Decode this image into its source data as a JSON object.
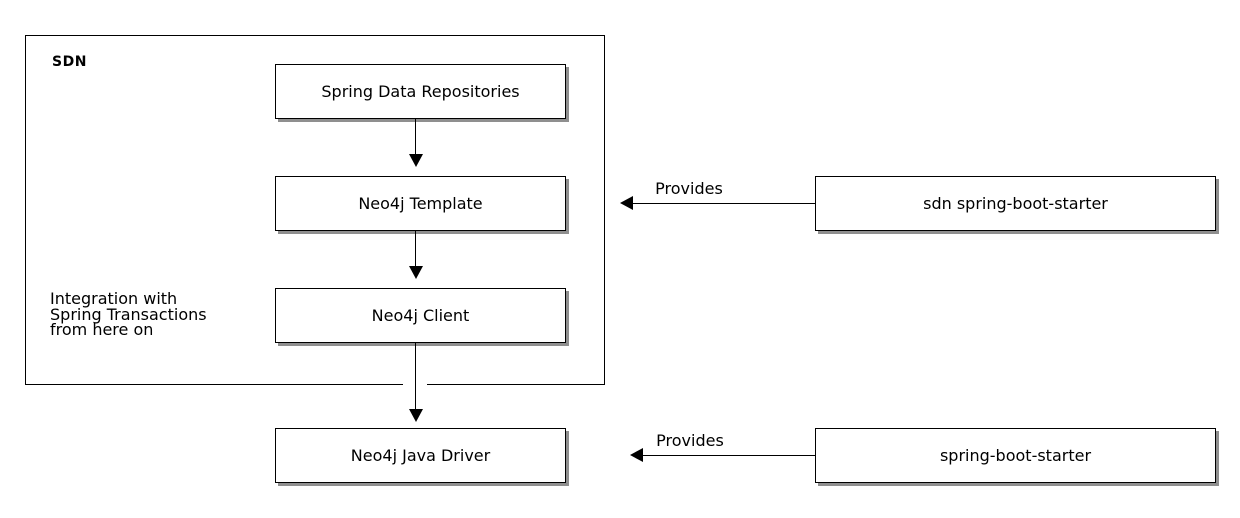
{
  "diagram": {
    "group": {
      "label": "SDN"
    },
    "annotation": {
      "lines": [
        "Integration with",
        "Spring Transactions",
        "from here on"
      ]
    },
    "nodes": {
      "repositories": "Spring Data Repositories",
      "template": "Neo4j Template",
      "client": "Neo4j Client",
      "driver": "Neo4j Java Driver",
      "sdn_starter": "sdn spring-boot-starter",
      "boot_starter": "spring-boot-starter"
    },
    "edges": {
      "provides_top": "Provides",
      "provides_bottom": "Provides"
    },
    "colors": {
      "background": "#ffffff",
      "node_fill": "#ffffff",
      "border": "#000000",
      "shadow": "#8f8f8f",
      "text": "#000000"
    }
  }
}
